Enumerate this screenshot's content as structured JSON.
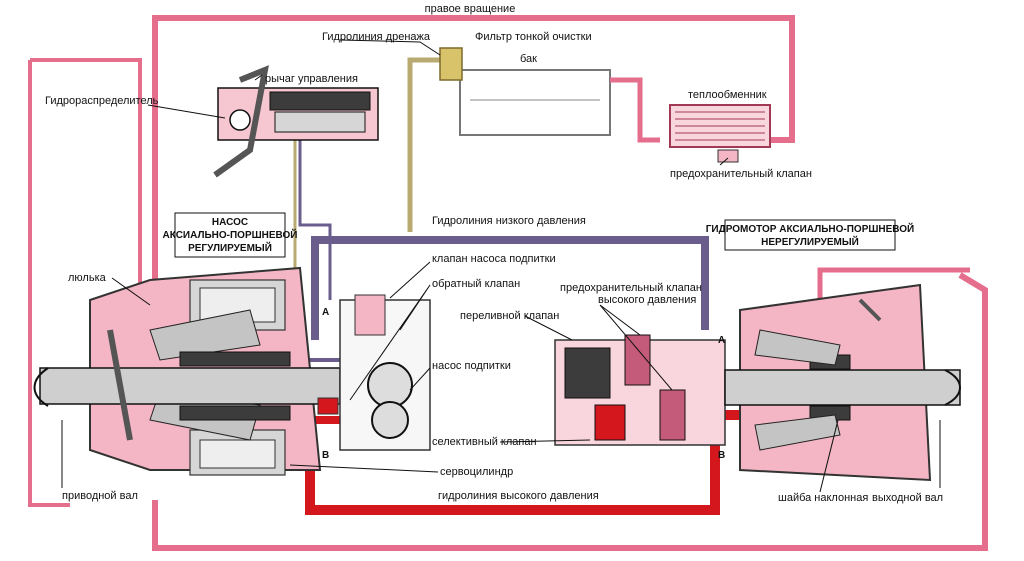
{
  "labels": {
    "right_rotation": "правое вращение",
    "drain_line": "Гидролиния дренажа",
    "fine_filter": "Фильтр тонкой очистки",
    "tank": "бак",
    "control_lever": "рычаг управления",
    "distributor": "Гидрораспределитель",
    "heat_exchanger": "теплообменник",
    "safety_valve": "предохранительный клапан",
    "low_pressure_line": "Гидролиния низкого давления",
    "pump_title_1": "НАСОС",
    "pump_title_2": "АКСИАЛЬНО-ПОРШНЕВОЙ",
    "pump_title_3": "РЕГУЛИРУЕМЫЙ",
    "motor_title_1": "ГИДРОМОТОР АКСИАЛЬНО-ПОРШНЕВОЙ",
    "motor_title_2": "НЕРЕГУЛИРУЕМЫЙ",
    "charge_pump_valve": "клапан насоса подпитки",
    "check_valve": "обратный клапан",
    "cradle": "люлька",
    "hp_safety_valve_1": "предохранительный клапан",
    "hp_safety_valve_2": "высокого давления",
    "overflow_valve": "переливной клапан",
    "charge_pump": "насос подпитки",
    "selective_valve": "селективный клапан",
    "servo_cylinder": "сервоцилиндр",
    "drive_shaft": "приводной вал",
    "high_pressure_line": "гидролиния высокого давления",
    "swash_plate": "шайба наклонная",
    "output_shaft": "выходной вал",
    "port_a_pump": "A",
    "port_b_pump": "B",
    "port_a_motor": "A",
    "port_b_motor": "B"
  },
  "colors": {
    "high_pressure": "#d3171d",
    "low_pressure": "#6a5d8c",
    "return_line": "#e46e8c",
    "drain": "#b8aa70",
    "housing_pink": "#f4b6c4",
    "metal": "#d6d6d6"
  }
}
